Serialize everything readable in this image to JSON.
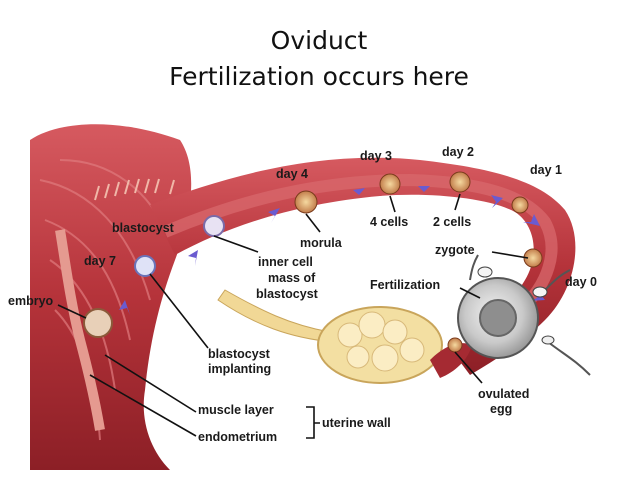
{
  "title": "Oviduct",
  "subtitle": "Fertilization occurs here",
  "labels": {
    "day3": "day 3",
    "day2": "day 2",
    "day1": "day 1",
    "day4": "day 4",
    "day0": "day 0",
    "day7": "day 7",
    "blastocyst": "blastocyst",
    "four_cells": "4 cells",
    "two_cells": "2 cells",
    "morula": "morula",
    "zygote": "zygote",
    "inner_cell_1": "inner cell",
    "inner_cell_2": "mass of",
    "inner_cell_3": "blastocyst",
    "fertilization": "Fertilization",
    "embryo": "embryo",
    "implanting_1": "blastocyst",
    "implanting_2": "implanting",
    "ovulated_1": "ovulated",
    "ovulated_2": "egg",
    "muscle_layer": "muscle layer",
    "endometrium": "endometrium",
    "uterine_wall": "uterine wall"
  },
  "colors": {
    "tissue": "#b5333a",
    "tissue_dark": "#8c1f26",
    "tissue_light": "#d9666a",
    "ovary": "#f3dfa2",
    "egg": "#c8c8c8",
    "arrow": "#6a5bd0"
  }
}
